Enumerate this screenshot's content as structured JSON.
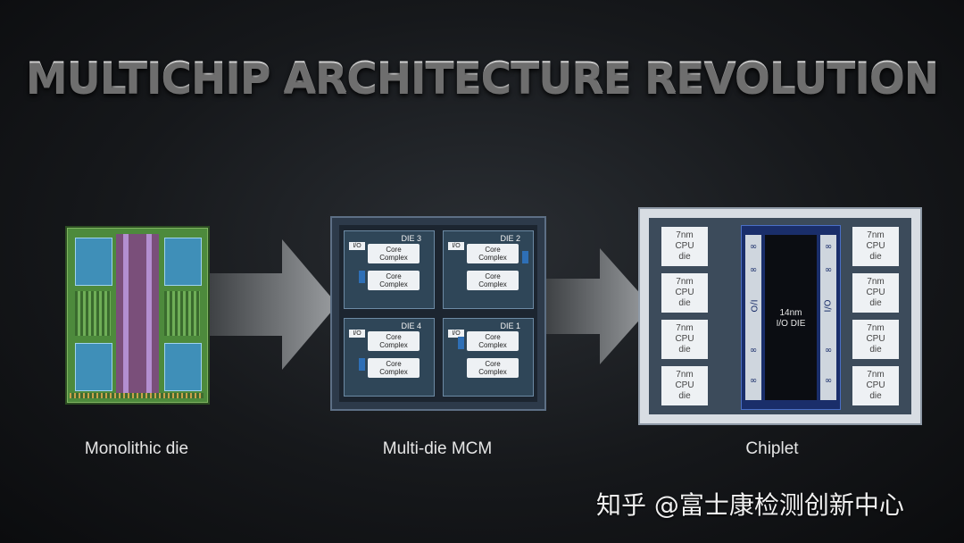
{
  "title": "MULTICHIP ARCHITECTURE REVOLUTION",
  "captions": {
    "monolithic": "Monolithic die",
    "mcm": "Multi-die MCM",
    "chiplet": "Chiplet"
  },
  "mcm": {
    "dies": [
      {
        "label": "DIE 3",
        "io": "I/O",
        "cores": [
          "Core\nComplex",
          "Core\nComplex"
        ]
      },
      {
        "label": "DIE 2",
        "io": "I/O",
        "cores": [
          "Core\nComplex",
          "Core\nComplex"
        ]
      },
      {
        "label": "DIE 4",
        "io": "I/O",
        "cores": [
          "Core\nComplex",
          "Core\nComplex"
        ]
      },
      {
        "label": "DIE 1",
        "io": "I/O",
        "cores": [
          "Core\nComplex",
          "Core\nComplex"
        ]
      }
    ]
  },
  "chiplet": {
    "cpu_dies": [
      "7nm\nCPU\ndie",
      "7nm\nCPU\ndie",
      "7nm\nCPU\ndie",
      "7nm\nCPU\ndie",
      "7nm\nCPU\ndie",
      "7nm\nCPU\ndie",
      "7nm\nCPU\ndie",
      "7nm\nCPU\ndie"
    ],
    "io_die_label": "14nm\nI/O DIE",
    "io_side_label": "I/O",
    "infinity_symbol": "∞"
  },
  "watermark": "知乎 @富士康检测创新中心",
  "colors": {
    "arrow": "#8a8d90",
    "die_blue": "#2e6fb6",
    "io_die_blue": "#1a2e6a"
  }
}
